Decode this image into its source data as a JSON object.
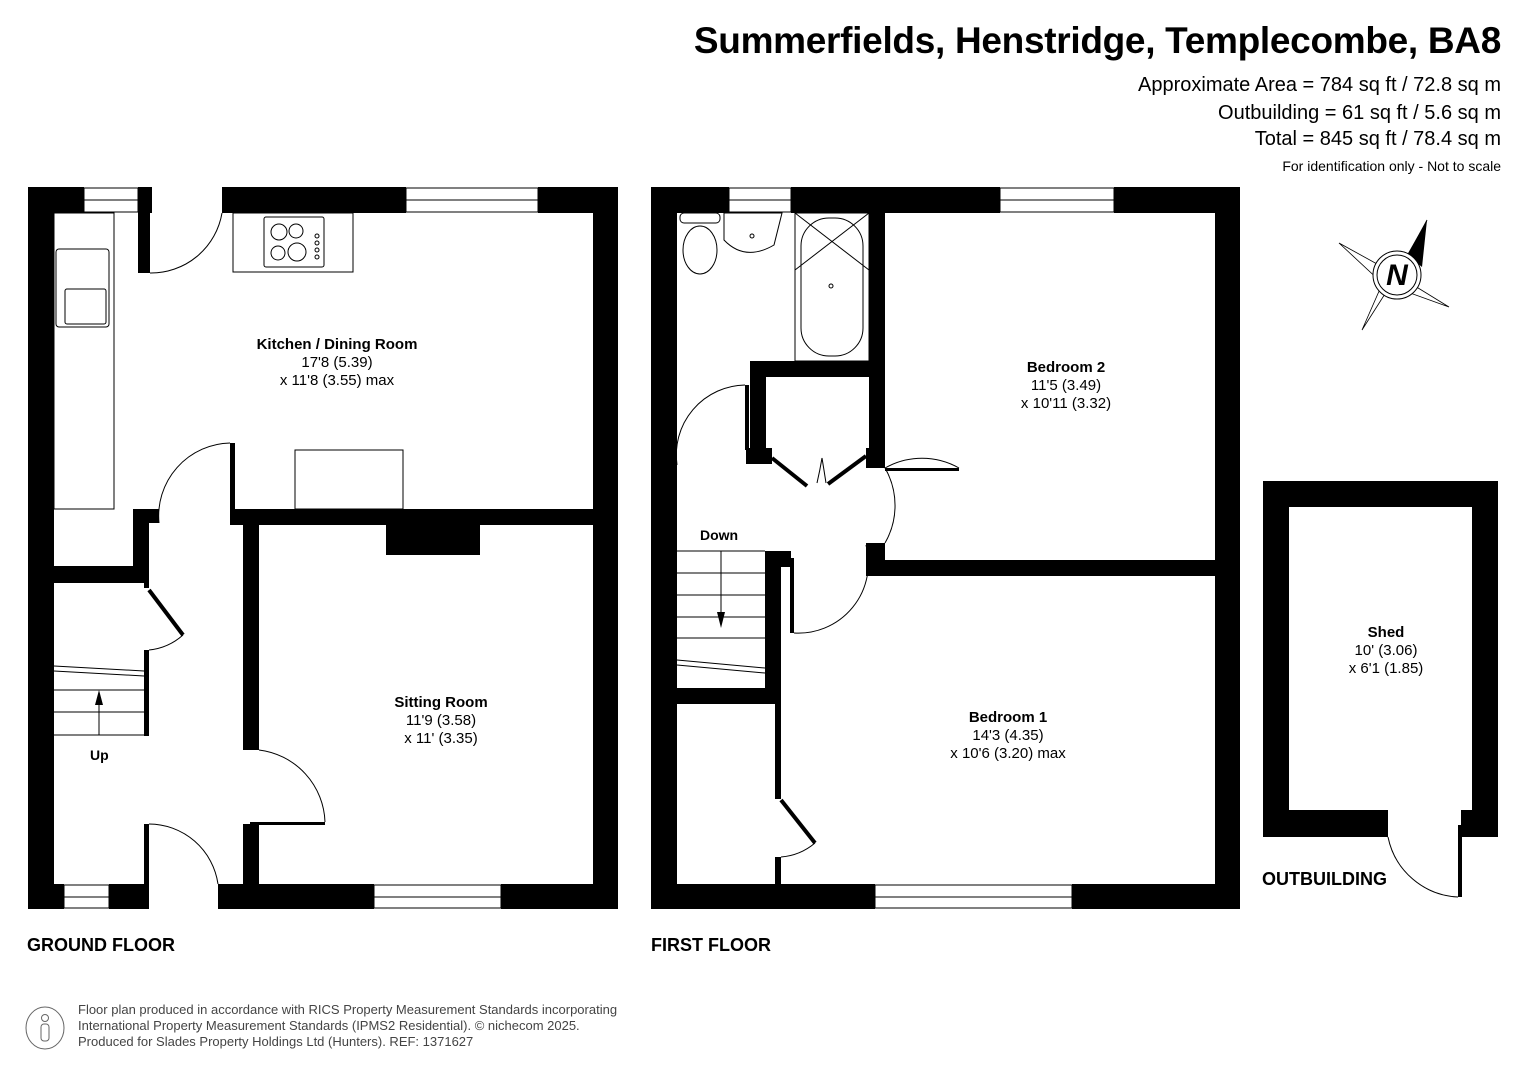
{
  "header": {
    "title": "Summerfields, Henstridge, Templecombe, BA8",
    "areas": [
      "Approximate Area = 784 sq ft / 72.8 sq m",
      "Outbuilding = 61 sq ft / 5.6 sq m",
      "Total = 845 sq ft / 78.4 sq m"
    ],
    "note": "For identification only - Not to scale"
  },
  "compass": {
    "icon": "north-compass-icon",
    "label": "N"
  },
  "floors": [
    {
      "label": "GROUND FLOOR",
      "rooms": [
        {
          "name": "Kitchen / Dining Room",
          "dim1": "17'8 (5.39)",
          "dim2": "x 11'8 (3.55) max"
        },
        {
          "name": "Sitting Room",
          "dim1": "11'9 (3.58)",
          "dim2": "x 11' (3.35)"
        }
      ],
      "stairs_label": "Up"
    },
    {
      "label": "FIRST FLOOR",
      "rooms": [
        {
          "name": "Bedroom 2",
          "dim1": "11'5 (3.49)",
          "dim2": "x 10'11 (3.32)"
        },
        {
          "name": "Bedroom 1",
          "dim1": "14'3 (4.35)",
          "dim2": "x 10'6 (3.20) max"
        }
      ],
      "stairs_label": "Down"
    },
    {
      "label": "OUTBUILDING",
      "rooms": [
        {
          "name": "Shed",
          "dim1": "10' (3.06)",
          "dim2": "x 6'1 (1.85)"
        }
      ]
    }
  ],
  "footer": {
    "icon": "person-info-icon",
    "lines": [
      "Floor plan produced in accordance with RICS Property Measurement Standards incorporating",
      "International Property Measurement Standards (IPMS2 Residential).   © nichecom 2025.",
      "Produced for Slades Property Holdings Ltd (Hunters).   REF:  1371627"
    ]
  },
  "colors": {
    "wall": "#000000",
    "background": "#ffffff",
    "line": "#333333",
    "footer_text": "#444444"
  }
}
